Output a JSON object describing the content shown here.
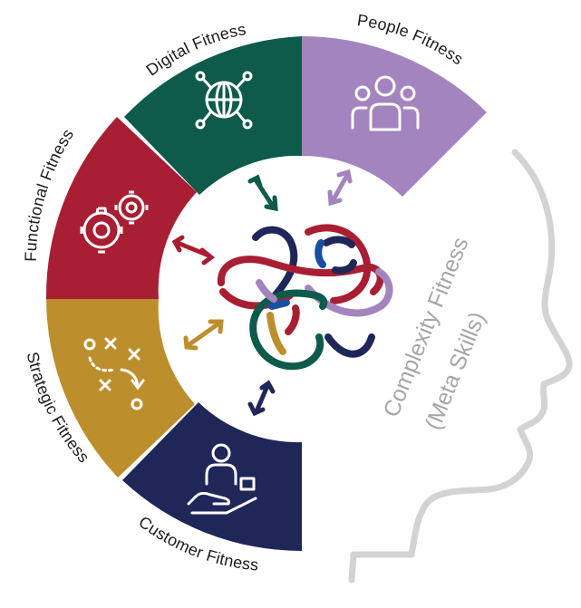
{
  "segments": [
    {
      "key": "people",
      "label": "People Fitness",
      "color": "#a384bf",
      "icon": "group-icon"
    },
    {
      "key": "digital",
      "label": "Digital Fitness",
      "color": "#0e5a4b",
      "icon": "globe-network-icon"
    },
    {
      "key": "functional",
      "label": "Functional Fitness",
      "color": "#a81e33",
      "icon": "gears-icon"
    },
    {
      "key": "strategic",
      "label": "Strategic Fitness",
      "color": "#bd8e2c",
      "icon": "strategy-play-icon"
    },
    {
      "key": "customer",
      "label": "Customer Fitness",
      "color": "#1f2658",
      "icon": "customer-hand-icon"
    }
  ],
  "center": {
    "line1": "Complexity Fitness",
    "line2": "(Meta Skills)",
    "text_color": "#a6a6a6",
    "icon": "knot-icon"
  },
  "head_outline_color": "#d3d3d3"
}
